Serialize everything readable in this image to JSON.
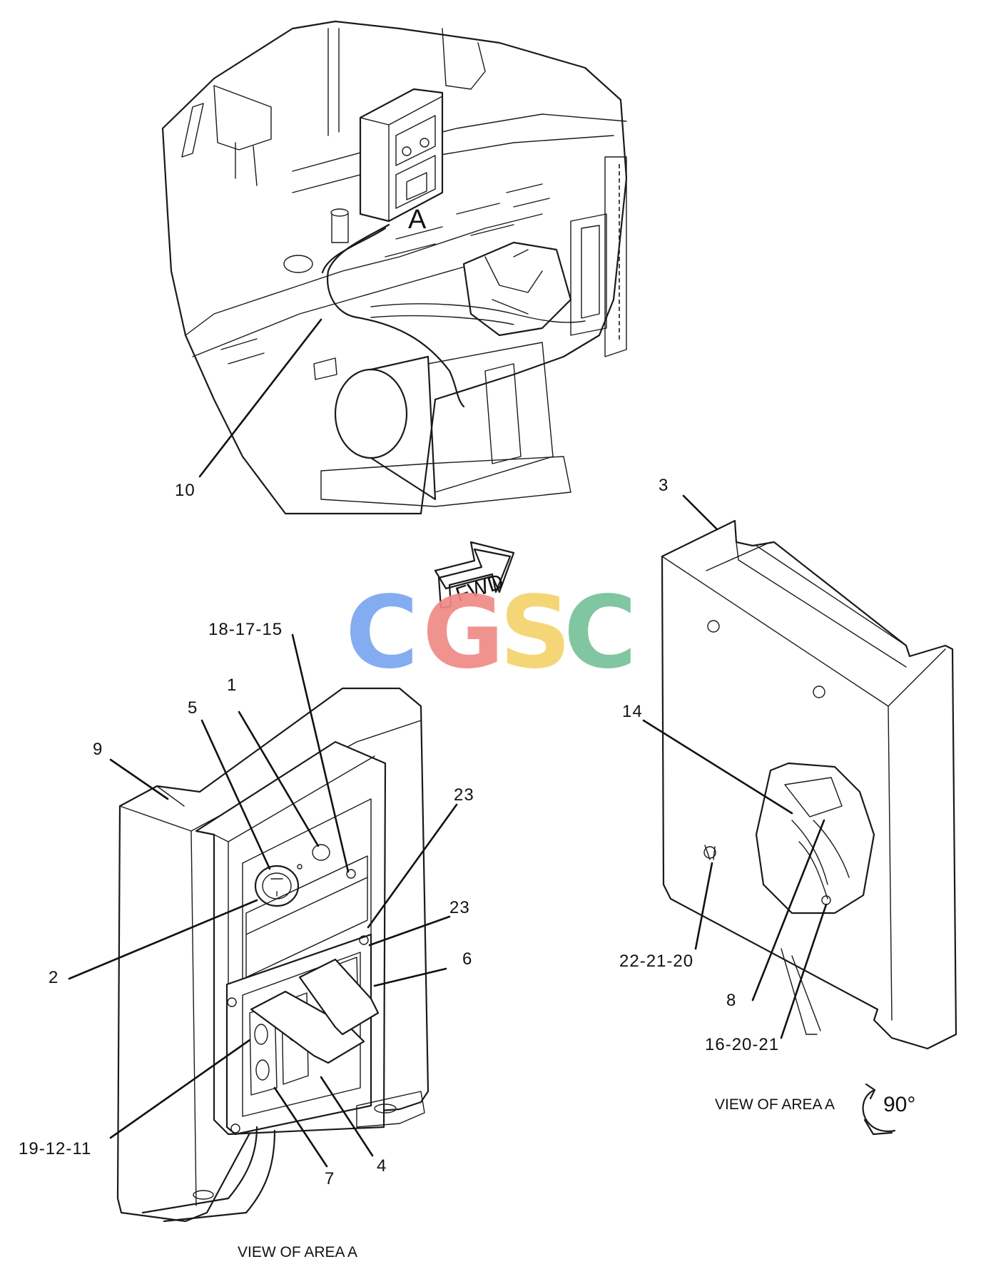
{
  "diagram": {
    "area_marker": "A",
    "fwd_label": "FWD",
    "watermark": {
      "letters": [
        {
          "char": "C",
          "color": "#7aa7f0"
        },
        {
          "char": "G",
          "color": "#ef8a86"
        },
        {
          "char": "S",
          "color": "#f5d36c"
        },
        {
          "char": "C",
          "color": "#76c29a"
        }
      ]
    },
    "callouts": {
      "c10": "10",
      "c3": "3",
      "c18_17_15": "18-17-15",
      "c1": "1",
      "c5": "5",
      "c9": "9",
      "c23a": "23",
      "c23b": "23",
      "c6": "6",
      "c2": "2",
      "c14": "14",
      "c22_21_20": "22-21-20",
      "c8": "8",
      "c16_20_21": "16-20-21",
      "c19_12_11": "19-12-11",
      "c7": "7",
      "c4": "4"
    },
    "captions": {
      "view_left": "VIEW OF AREA A",
      "view_right": "VIEW OF AREA A",
      "rotation": "90°"
    }
  }
}
